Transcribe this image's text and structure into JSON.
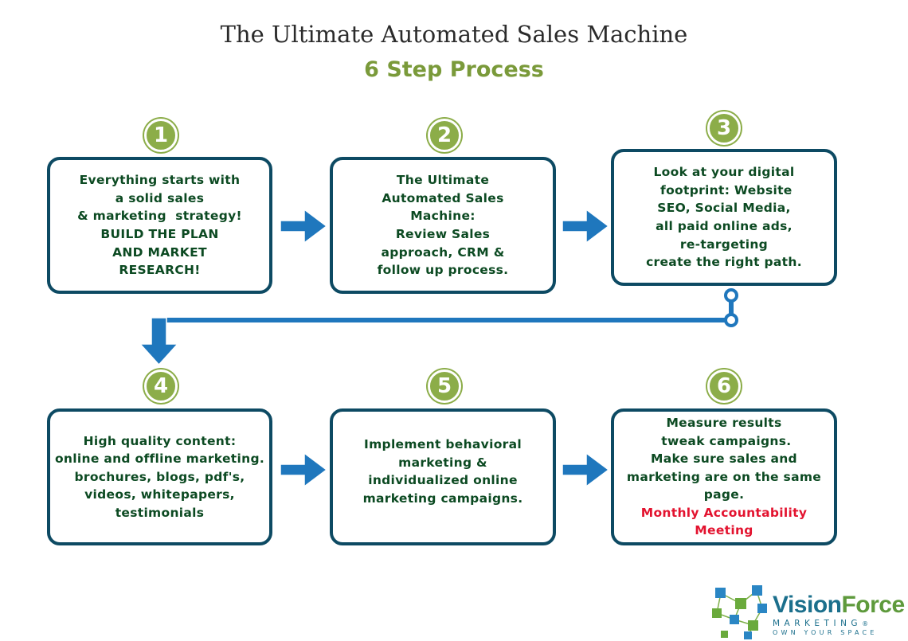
{
  "header": {
    "title": "The Ultimate Automated Sales Machine",
    "subtitle": "6 Step Process"
  },
  "steps": [
    {
      "number": "1",
      "lines": [
        "Everything starts with",
        "a solid sales",
        "& marketing  strategy!",
        "BUILD THE PLAN",
        "AND MARKET",
        "RESEARCH!"
      ]
    },
    {
      "number": "2",
      "lines": [
        "The Ultimate",
        "Automated Sales",
        "Machine:",
        "Review Sales",
        "approach, CRM &",
        "follow up process."
      ]
    },
    {
      "number": "3",
      "lines": [
        "Look at your digital",
        " footprint: Website",
        "SEO, Social Media,",
        "all paid online ads,",
        "re-targeting",
        "create the right path."
      ]
    },
    {
      "number": "4",
      "lines": [
        "High quality content:",
        "online and offline marketing.",
        "brochures, blogs, pdf's,",
        "videos, whitepapers,",
        "testimonials"
      ]
    },
    {
      "number": "5",
      "lines": [
        "Implement behavioral",
        "marketing &",
        "individualized online",
        "marketing campaigns."
      ]
    },
    {
      "number": "6",
      "lines": [
        "Measure results",
        " tweak campaigns.",
        "Make sure sales and",
        "marketing are on the same",
        "page."
      ],
      "highlight_lines": [
        "Monthly Accountability",
        "Meeting"
      ]
    }
  ],
  "logo": {
    "brand_part1": "Vision",
    "brand_part2": "Force",
    "tagline": "MARKETING",
    "slogan": "OWN YOUR SPACE",
    "registered": "®"
  },
  "colors": {
    "box_border": "#0d4a63",
    "box_text": "#0c4a22",
    "highlight_text": "#e3132f",
    "badge": "#8cad49",
    "arrow": "#1f77bd",
    "subtitle": "#7a9a3a"
  }
}
